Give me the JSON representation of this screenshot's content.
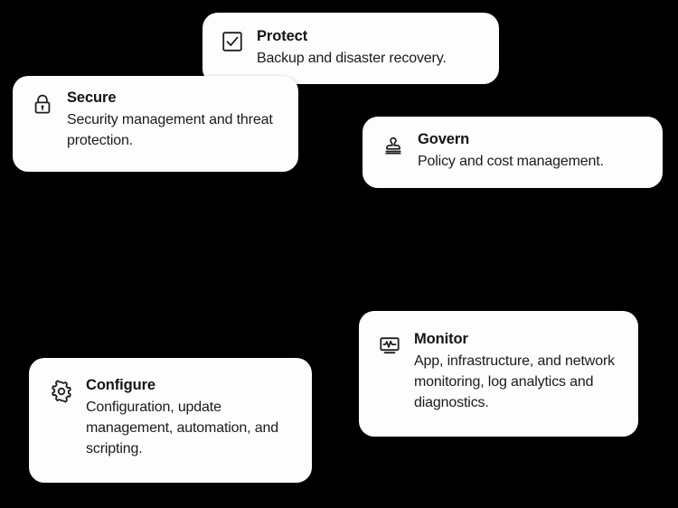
{
  "background_color": "#000000",
  "card_background_color": "#fdfdfd",
  "text_color": "#141414",
  "cards": [
    {
      "id": "protect",
      "icon": "checkbox-checked-icon",
      "title": "Protect",
      "description": "Backup and disaster recovery."
    },
    {
      "id": "secure",
      "icon": "lock-icon",
      "title": "Secure",
      "description": "Security management and threat protection."
    },
    {
      "id": "govern",
      "icon": "stamp-icon",
      "title": "Govern",
      "description": "Policy and cost management."
    },
    {
      "id": "monitor",
      "icon": "monitor-pulse-icon",
      "title": "Monitor",
      "description": "App, infrastructure, and network monitoring, log analytics and diagnostics."
    },
    {
      "id": "configure",
      "icon": "gear-icon",
      "title": "Configure",
      "description": "Configuration, update management, automation, and scripting."
    }
  ]
}
